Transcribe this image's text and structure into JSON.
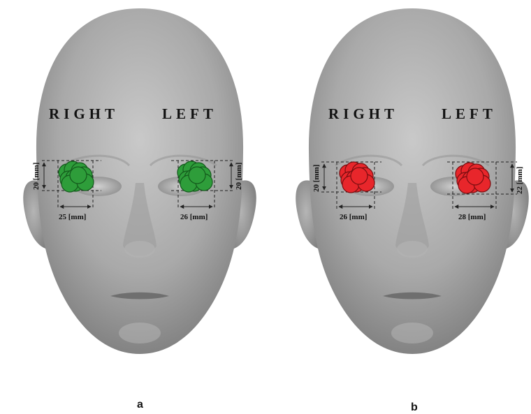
{
  "panels": [
    {
      "id": "a",
      "letter": "a",
      "right_label": "RIGHT",
      "left_label": "LEFT",
      "dot_color": "#2e9d3a",
      "dot_stroke": "#145a1c",
      "right_eye": {
        "width_label": "25 [mm]",
        "height_label": "20 [mm]"
      },
      "left_eye": {
        "width_label": "26 [mm]",
        "height_label": "20 [mm]"
      }
    },
    {
      "id": "b",
      "letter": "b",
      "right_label": "RIGHT",
      "left_label": "LEFT",
      "dot_color": "#e8262b",
      "dot_stroke": "#7a0d10",
      "right_eye": {
        "width_label": "26 [mm]",
        "height_label": "20 [mm]"
      },
      "left_eye": {
        "width_label": "28 [mm]",
        "height_label": "22 [mm]"
      }
    }
  ]
}
